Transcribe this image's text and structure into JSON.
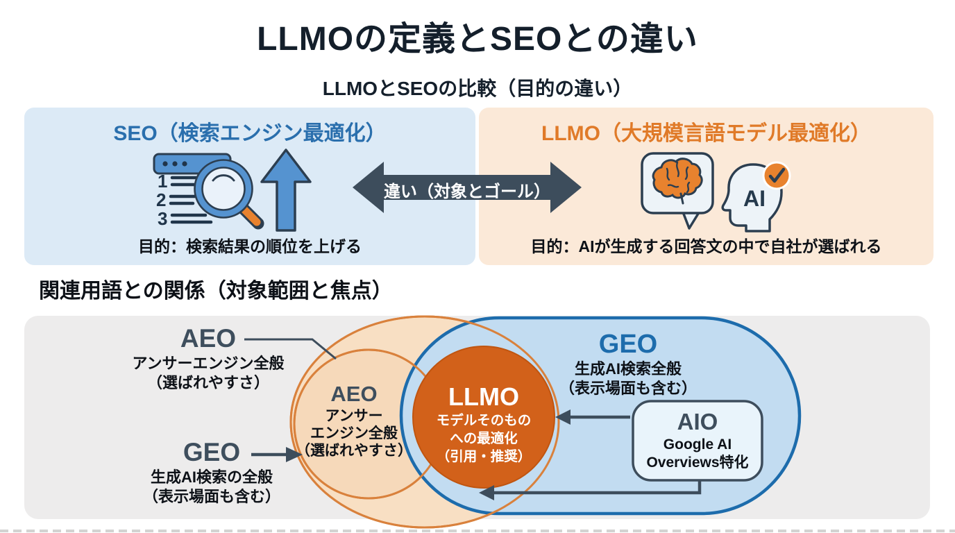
{
  "page": {
    "title": "LLMOの定義とSEOとの違い",
    "comparison_heading": "LLMOとSEOの比較（目的の違い）",
    "relation_heading": "関連用語との関係（対象範囲と焦点）"
  },
  "comparison": {
    "seo": {
      "heading": "SEO（検索エンジン最適化）",
      "purpose": "目的：検索結果の順位を上げる",
      "rank_numbers": [
        "1",
        "2",
        "3"
      ]
    },
    "llmo": {
      "heading": "LLMO（大規模言語モデル最適化）",
      "purpose": "目的：AIが生成する回答文の中で自社が選ばれる",
      "ai_label": "AI"
    },
    "diff_label": "違い（対象とゴール）"
  },
  "relation": {
    "aeo_callout": {
      "term": "AEO",
      "desc1": "アンサーエンジン全般",
      "desc2": "（選ばれやすさ）"
    },
    "geo_callout": {
      "term": "GEO",
      "desc1": "生成AI検索の全般",
      "desc2": "（表示場面も含む）"
    },
    "aeo_circle": {
      "term": "AEO",
      "desc1": "アンサー",
      "desc2": "エンジン全般",
      "desc3": "（選ばれやすさ）"
    },
    "llmo_circle": {
      "term": "LLMO",
      "desc1": "モデルそのもの",
      "desc2": "への最適化",
      "desc3": "（引用・推奨）"
    },
    "geo_area": {
      "term": "GEO",
      "desc1": "生成AI検索全般",
      "desc2": "（表示場面も含む）"
    },
    "aio_box": {
      "term": "AIO",
      "desc1": "Google AI",
      "desc2": "Overviews特化"
    }
  },
  "colors": {
    "seo_accent": "#2a6fad",
    "llmo_accent": "#e07a28",
    "dark_slate": "#3d4d5c",
    "llmo_circle_fill": "#d2611a",
    "blue_area_fill": "#c2dcf1",
    "blue_area_stroke": "#1d6cac",
    "peach_area_fill": "#f8dfc3",
    "peach_area_stroke": "#d9813c",
    "panel_gray": "#edecec"
  }
}
